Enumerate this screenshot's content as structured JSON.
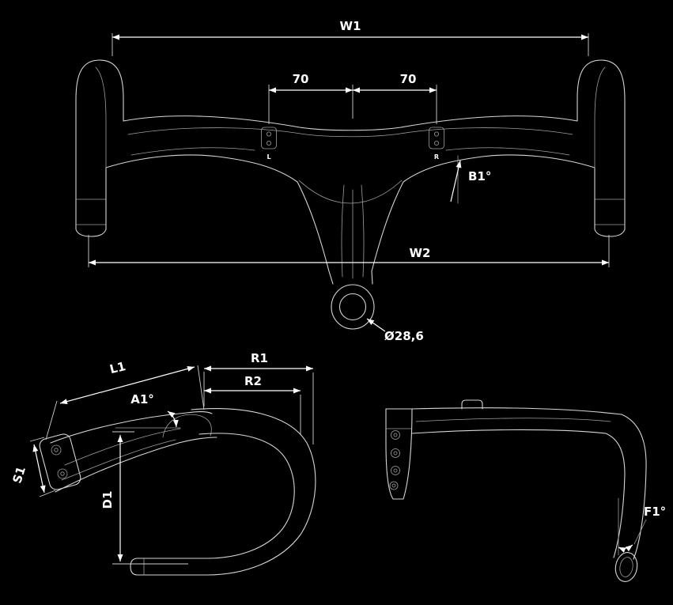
{
  "top_view": {
    "dims": {
      "w1": "W1",
      "spacing_left": "70",
      "spacing_right": "70",
      "b1": "B1°",
      "w2": "W2",
      "clamp_diameter": "Ø28,6",
      "left_marker": "L",
      "right_marker": "R"
    }
  },
  "side_view": {
    "dims": {
      "l1": "L1",
      "r1": "R1",
      "r2": "R2",
      "a1": "A1°",
      "s1": "S1",
      "d1": "D1"
    }
  },
  "front_view": {
    "dims": {
      "f1": "F1°"
    }
  },
  "colors": {
    "background": "#000000",
    "outline": "#d6d6d6",
    "detail": "#9f9f9f",
    "dimension": "#ffffff"
  }
}
